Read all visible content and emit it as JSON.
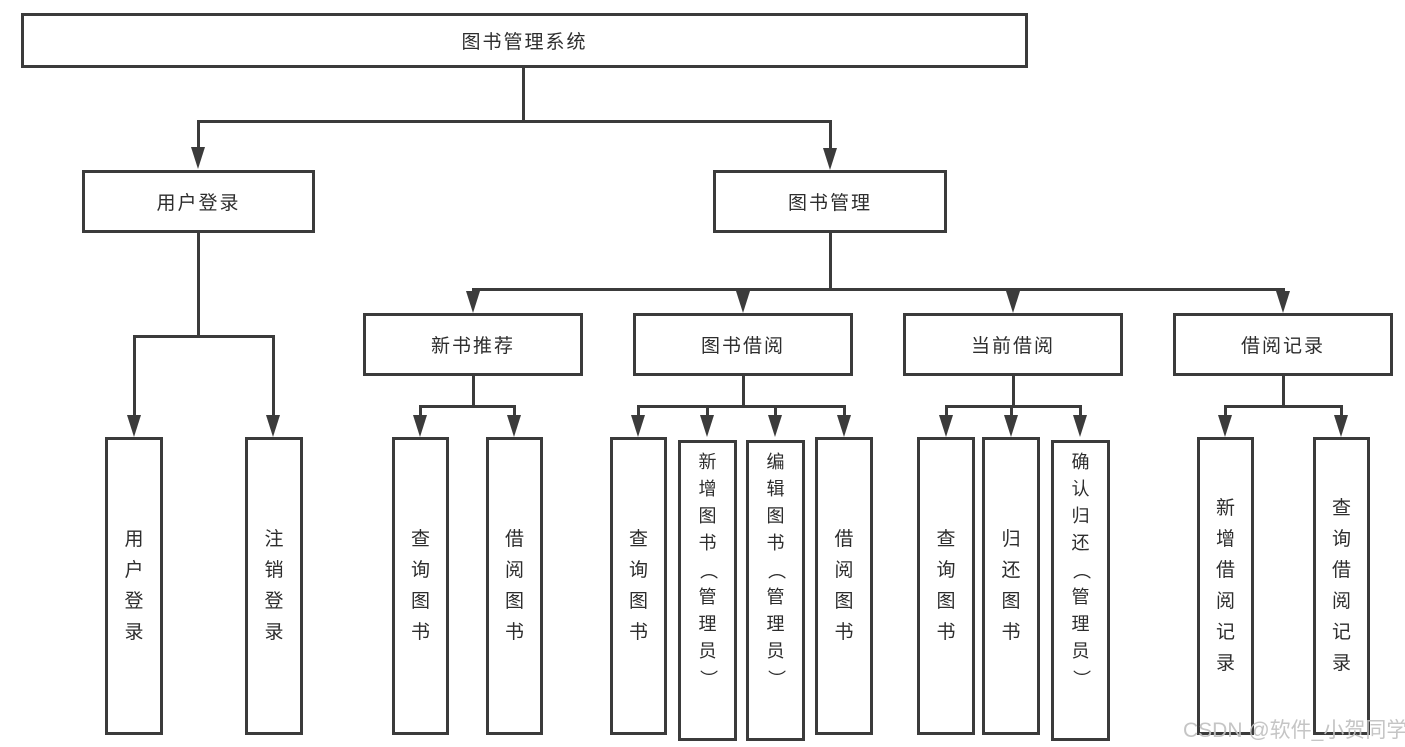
{
  "tree": {
    "root": {
      "label": "图书管理系统"
    },
    "branches": [
      {
        "label": "用户登录",
        "children": [
          {
            "label": "用户登录"
          },
          {
            "label": "注销登录"
          }
        ]
      },
      {
        "label": "图书管理",
        "children": [
          {
            "label": "新书推荐",
            "children": [
              {
                "label": "查询图书"
              },
              {
                "label": "借阅图书"
              }
            ]
          },
          {
            "label": "图书借阅",
            "children": [
              {
                "label": "查询图书"
              },
              {
                "label": "新增图书（管理员）"
              },
              {
                "label": "编辑图书（管理员）"
              },
              {
                "label": "借阅图书"
              }
            ]
          },
          {
            "label": "当前借阅",
            "children": [
              {
                "label": "查询图书"
              },
              {
                "label": "归还图书"
              },
              {
                "label": "确认归还（管理员）"
              }
            ]
          },
          {
            "label": "借阅记录",
            "children": [
              {
                "label": "新增借阅记录"
              },
              {
                "label": "查询借阅记录"
              }
            ]
          }
        ]
      }
    ]
  },
  "watermark": {
    "text": "CSDN @软件_小贺同学",
    "color": "#c2c2c2"
  },
  "colors": {
    "line": "#3b3b3b",
    "text": "#2d2d2d",
    "background": "#ffffff"
  }
}
